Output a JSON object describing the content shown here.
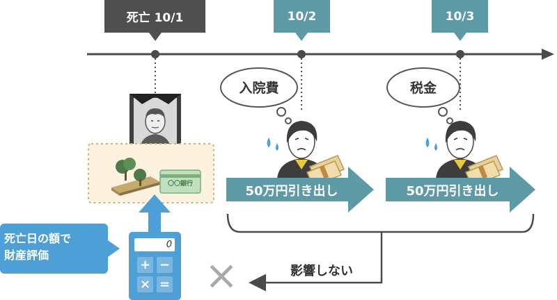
{
  "timeline": {
    "dates": [
      {
        "label": "死亡 10/1",
        "color": "#4f4f4f"
      },
      {
        "label": "10/2",
        "color": "#5e9aa5"
      },
      {
        "label": "10/3",
        "color": "#5e9aa5"
      }
    ]
  },
  "events": [
    {
      "thought": "入院費",
      "withdrawal": "50万円引き出し"
    },
    {
      "thought": "税金",
      "withdrawal": "50万円引き出し"
    }
  ],
  "estate": {
    "bank_card_text": "〇〇銀行"
  },
  "valuation": {
    "line1": "死亡日の額で",
    "line2": "財産評価"
  },
  "calculator": {
    "display": "0",
    "keys": [
      "+",
      "−",
      "×",
      "="
    ]
  },
  "result": {
    "label": "影響しない",
    "mark": "×"
  },
  "colors": {
    "teal": "#5e9aa5",
    "blue": "#4d9fd6",
    "dark": "#4f4f4f",
    "line": "#4a4a4a",
    "estate_bg": "#fdf1df",
    "estate_border": "#c4b28d"
  }
}
